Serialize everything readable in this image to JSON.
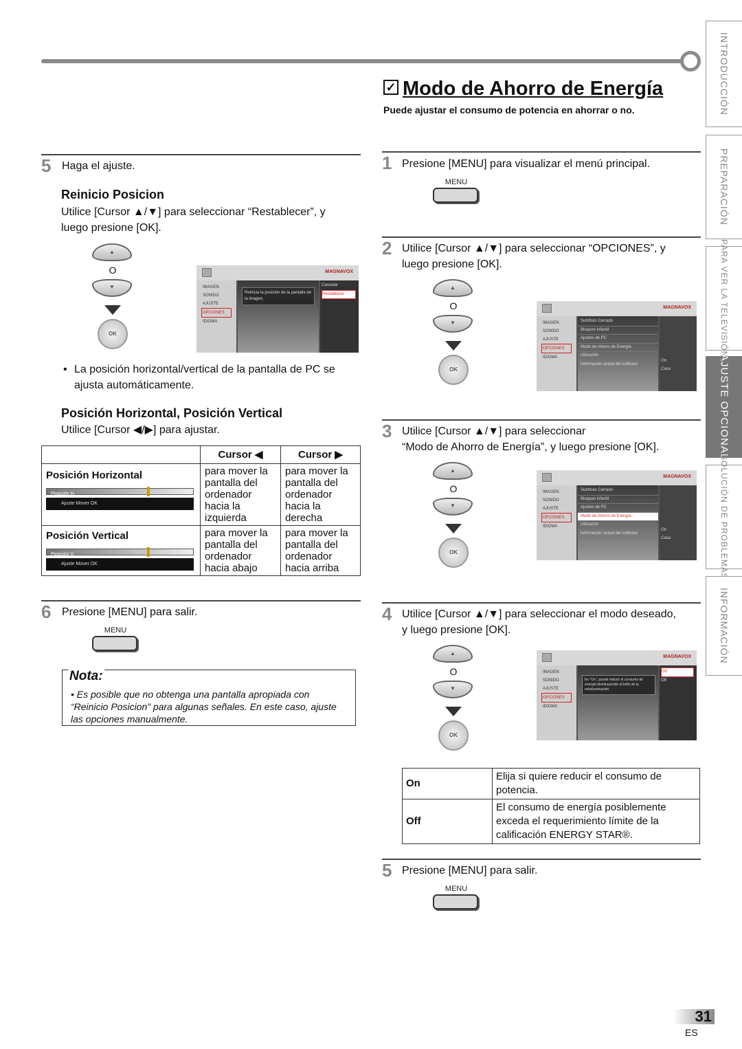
{
  "header": {
    "title": "Modo de Ahorro de Energía",
    "subtitle": "Puede ajustar el consumo de potencia en ahorrar o no."
  },
  "sidetabs": [
    "INTRODUCCIÓN",
    "PREPARACIÓN",
    "PARA VER LA TELEVISIÓN",
    "AJUSTE OPCIONAL",
    "SOLUCIÓN DE PROBLEMAS",
    "INFORMACIÓN"
  ],
  "left": {
    "step5_num": "5",
    "step5_text": "Haga el ajuste.",
    "reinicio_title": "Reinicio Posicion",
    "reinicio_line1": "Utilice [Cursor ▲/▼] para seleccionar “Restablecer”, y",
    "reinicio_line2": "luego presione [OK].",
    "bullet_line1": "La posición horizontal/vertical de la pantalla de PC se",
    "bullet_line2": "ajusta automáticamente.",
    "posicion_title": "Posición Horizontal, Posición Vertical",
    "posicion_text": "Utilice [Cursor ◀/▶] para ajustar.",
    "table": {
      "col1": "Cursor ◀",
      "col2": "Cursor ▶",
      "row1_label": "Posición Horizontal",
      "row1_osd": "Posición H.",
      "row1_c1": [
        "para mover la",
        "pantalla del",
        "ordenador",
        "hacia la",
        "izquierda"
      ],
      "row1_c2": [
        "para mover la",
        "pantalla del",
        "ordenador",
        "hacia la",
        "derecha"
      ],
      "row2_label": "Posición Vertical",
      "row2_osd": "Posición V.",
      "row2_c1": [
        "para mover la",
        "pantalla del",
        "ordenador",
        "hacia abajo"
      ],
      "row2_c2": [
        "para mover la",
        "pantalla del",
        "ordenador",
        "hacia arriba"
      ],
      "osd_nav": "Ajuste    Mover    OK"
    },
    "step6_num": "6",
    "step6_text": "Presione [MENU] para salir.",
    "nota_title": "Nota:",
    "nota_body": "Es posible que no obtenga una pantalla apropiada con “Reinicio Posicion” para algunas señales. En este caso, ajuste las opciones manualmente."
  },
  "right": {
    "step1_num": "1",
    "step1_text": "Presione [MENU] para visualizar el menú principal.",
    "step2_num": "2",
    "step2_line1": "Utilice [Cursor ▲/▼] para seleccionar “OPCIONES”, y",
    "step2_line2": "luego presione [OK].",
    "step3_num": "3",
    "step3_line1": "Utilice [Cursor ▲/▼] para seleccionar",
    "step3_line2": "“Modo de Ahorro de Energía”, y luego presione [OK].",
    "step4_num": "4",
    "step4_line1": "Utilice [Cursor ▲/▼] para seleccionar el modo deseado,",
    "step4_line2": "y luego presione [OK].",
    "on_label": "On",
    "on_desc": "Elija si quiere reducir el consumo de potencia.",
    "off_label": "Off",
    "off_desc": "El consumo de energía posiblemente exceda el requerimiento límite de la calificación ENERGY STAR®.",
    "step5_num": "5",
    "step5_text": "Presione [MENU] para salir."
  },
  "menu_button_label": "MENU",
  "remote": {
    "o_label": "O",
    "ok_label": "OK"
  },
  "osd": {
    "brand": "MAGNAVOX",
    "menu_items": [
      "IMAGEN",
      "SONIDO",
      "AJUSTE",
      "OPCIONES",
      "IDIOMA"
    ],
    "reinicio_text": "Reinicia la posición de la pantalla de la imagen.",
    "cancelar": "Cancelar",
    "restablecer": "Restablecer",
    "opciones_items": [
      "Subtítulo Cerrado",
      "Bloqueo infantil",
      "Ajustes de PC",
      "Modo de Ahorro de Energía",
      "Ubicación",
      "Información actual del software"
    ],
    "opciones_values": [
      "On",
      "Casa"
    ],
    "energy_text": "En \"On\", puede reducir el consumo de energía disminuyendo el brillo de la retroiluminación.",
    "on": "On",
    "off": "Off"
  },
  "footer": {
    "page": "31",
    "lang": "ES"
  }
}
